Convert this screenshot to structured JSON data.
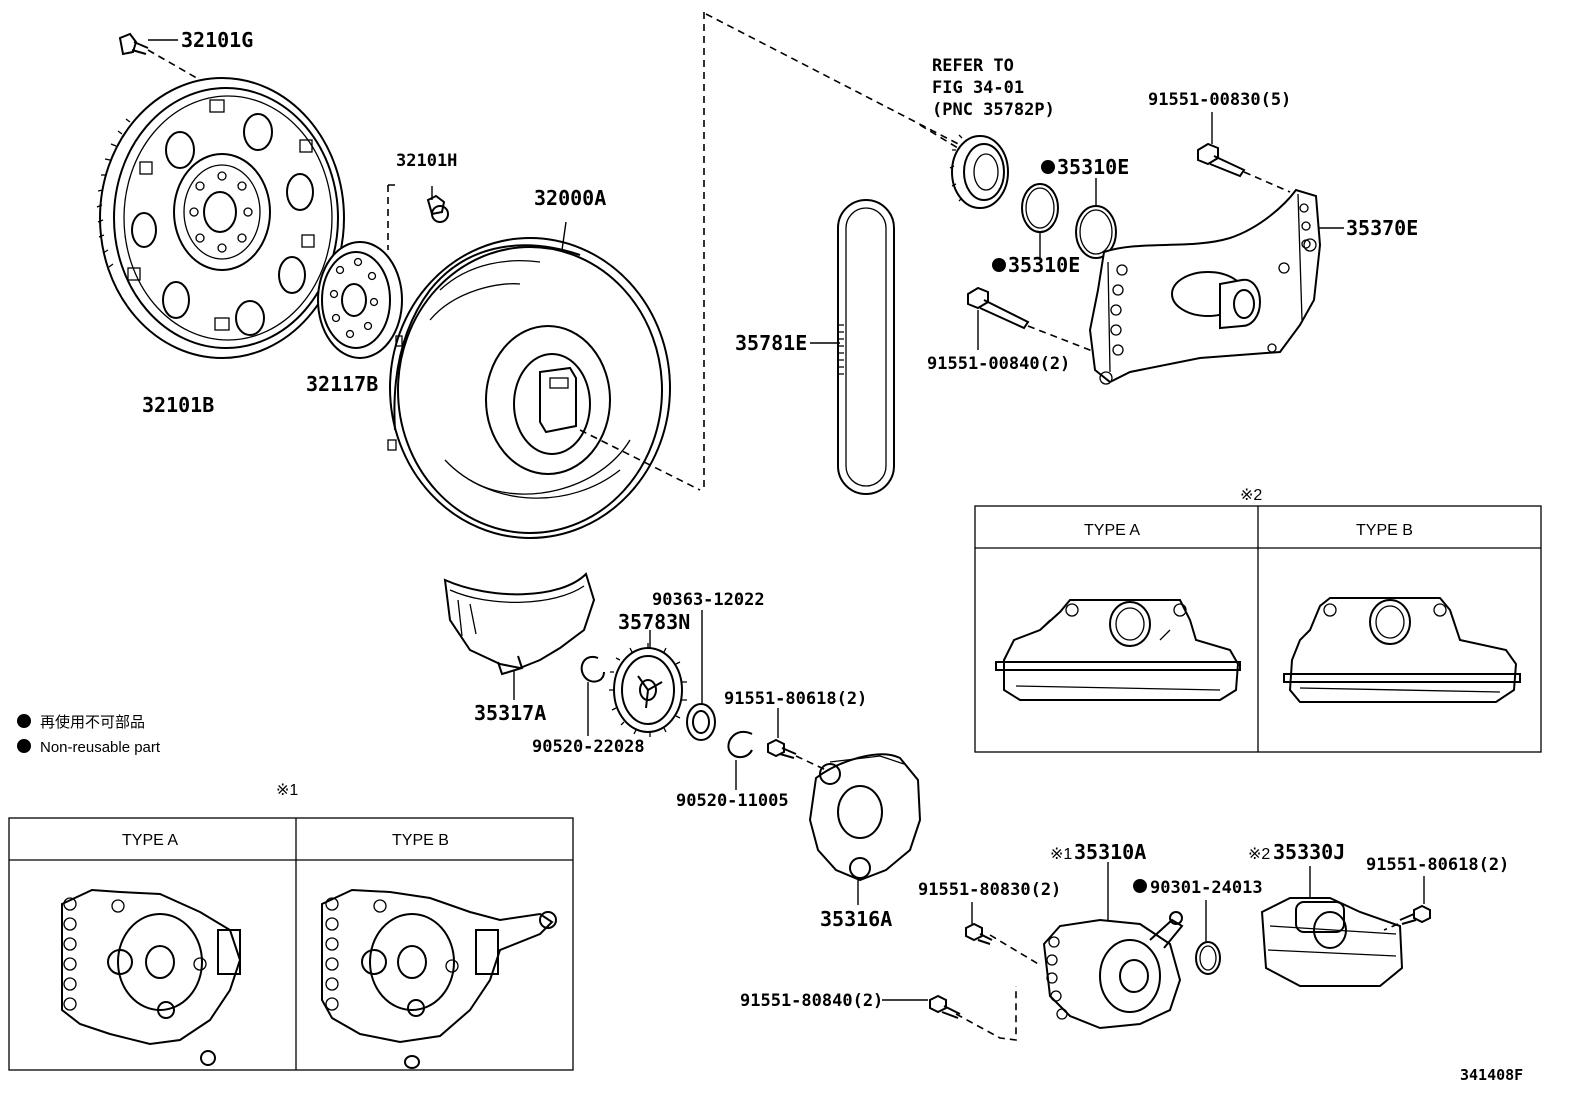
{
  "labels": {
    "p32101G": "32101G",
    "p32101H": "32101H",
    "p32000A": "32000A",
    "p32101B": "32101B",
    "p32117B": "32117B",
    "p35781E": "35781E",
    "refer1": "REFER TO",
    "refer2": "FIG 34-01",
    "refer3": "(PNC 35782P)",
    "p35310E_a": "35310E",
    "p35310E_b": "35310E",
    "p91551_00830": "91551-00830(5)",
    "p35370E": "35370E",
    "p91551_00840": "91551-00840(2)",
    "p90363_12022": "90363-12022",
    "p35783N": "35783N",
    "p35317A": "35317A",
    "p90520_22028": "90520-22028",
    "p91551_80618_a": "91551-80618(2)",
    "p90520_11005": "90520-11005",
    "p35316A": "35316A",
    "p35310A": "35310A",
    "p35310A_mark": "※1",
    "p35330J": "35330J",
    "p35330J_mark": "※2",
    "p91551_80618_b": "91551-80618(2)",
    "p91551_80830": "91551-80830(2)",
    "p90301_24013": "90301-24013",
    "p91551_80840": "91551-80840(2)",
    "diagram_id": "341408F"
  },
  "legend": {
    "jp": "再使用不可部品",
    "en": "Non-reusable part"
  },
  "box1": {
    "mark": "※1",
    "type_a": "TYPE A",
    "type_b": "TYPE B"
  },
  "box2": {
    "mark": "※2",
    "type_a": "TYPE A",
    "type_b": "TYPE B"
  }
}
